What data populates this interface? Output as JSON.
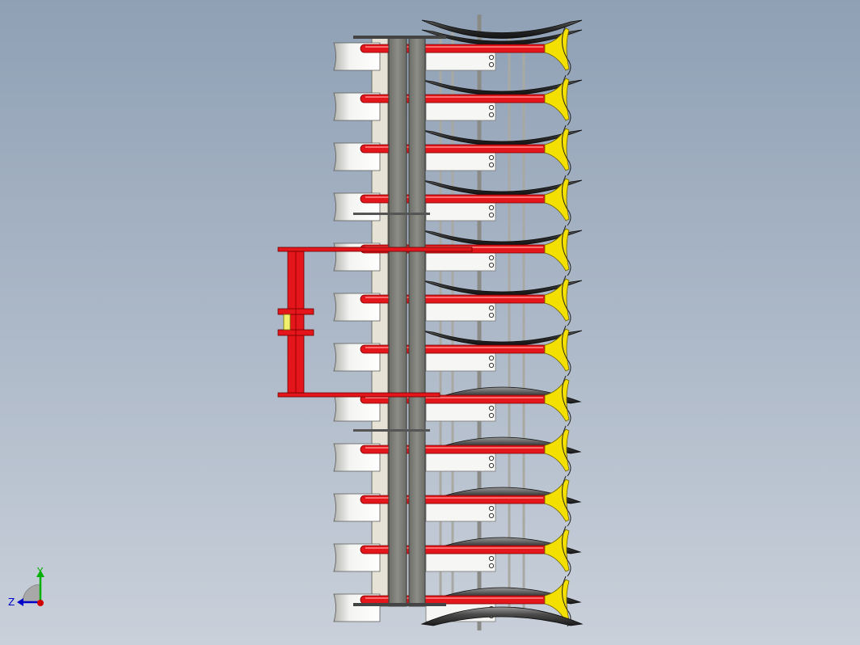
{
  "viewport": {
    "background_top": "#8fa0b5",
    "background_bottom": "#c9d0da"
  },
  "model": {
    "disc_gang_count": 12,
    "frame_color": "#7d7d77",
    "arm_color": "#e4161b",
    "hitch_color": "#e4161b",
    "spring_color": "#f4e000",
    "disc_color": "#3a3a3a",
    "bracket_color": "#ececec"
  },
  "triad": {
    "x_color": "#d00000",
    "y_color": "#00b000",
    "z_color": "#0000c8",
    "y_label": "Y",
    "z_label": "Z"
  }
}
